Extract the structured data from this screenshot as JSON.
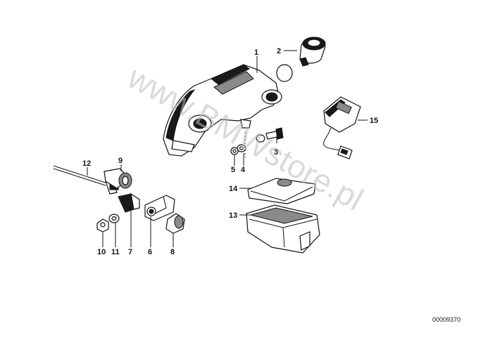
{
  "watermark": "www.BMWstore.pl",
  "diagram_code": "00009370",
  "callouts": {
    "p1": "1",
    "p2": "2",
    "p3": "3",
    "p4": "4",
    "p5": "5",
    "p6": "6",
    "p7": "7",
    "p8": "8",
    "p9": "9",
    "p10": "10",
    "p11": "11",
    "p12": "12",
    "p13": "13",
    "p14": "14",
    "p15": "15"
  }
}
